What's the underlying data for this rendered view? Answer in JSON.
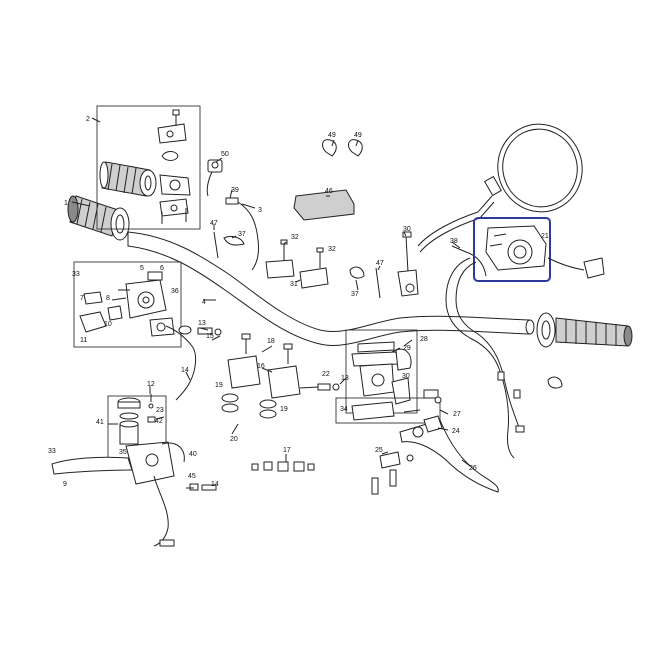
{
  "highlight_color": "#2c3a9c",
  "callouts": [
    {
      "id": "c1",
      "text": "1"
    },
    {
      "id": "c2",
      "text": "2"
    },
    {
      "id": "c3",
      "text": "3"
    },
    {
      "id": "c4",
      "text": "4"
    },
    {
      "id": "c5",
      "text": "5"
    },
    {
      "id": "c6",
      "text": "6"
    },
    {
      "id": "c7",
      "text": "7"
    },
    {
      "id": "c8",
      "text": "8"
    },
    {
      "id": "c9",
      "text": "9"
    },
    {
      "id": "c10",
      "text": "10"
    },
    {
      "id": "c11",
      "text": "11"
    },
    {
      "id": "c12",
      "text": "12"
    },
    {
      "id": "c13a",
      "text": "13"
    },
    {
      "id": "c13b",
      "text": "13"
    },
    {
      "id": "c14a",
      "text": "14"
    },
    {
      "id": "c14b",
      "text": "14"
    },
    {
      "id": "c15",
      "text": "15"
    },
    {
      "id": "c16",
      "text": "16"
    },
    {
      "id": "c17",
      "text": "17"
    },
    {
      "id": "c18",
      "text": "18"
    },
    {
      "id": "c19a",
      "text": "19"
    },
    {
      "id": "c19b",
      "text": "19"
    },
    {
      "id": "c20",
      "text": "20"
    },
    {
      "id": "c21",
      "text": "21"
    },
    {
      "id": "c22",
      "text": "22"
    },
    {
      "id": "c23",
      "text": "23"
    },
    {
      "id": "c24",
      "text": "24"
    },
    {
      "id": "c25",
      "text": "25"
    },
    {
      "id": "c26",
      "text": "26"
    },
    {
      "id": "c27",
      "text": "27"
    },
    {
      "id": "c28",
      "text": "28"
    },
    {
      "id": "c29",
      "text": "29"
    },
    {
      "id": "c30a",
      "text": "30"
    },
    {
      "id": "c30b",
      "text": "30"
    },
    {
      "id": "c31",
      "text": "31"
    },
    {
      "id": "c32a",
      "text": "32"
    },
    {
      "id": "c32b",
      "text": "32"
    },
    {
      "id": "c33a",
      "text": "33"
    },
    {
      "id": "c33b",
      "text": "33"
    },
    {
      "id": "c34",
      "text": "34"
    },
    {
      "id": "c35",
      "text": "35"
    },
    {
      "id": "c36",
      "text": "36"
    },
    {
      "id": "c37a",
      "text": "37"
    },
    {
      "id": "c37b",
      "text": "37"
    },
    {
      "id": "c38",
      "text": "38"
    },
    {
      "id": "c39",
      "text": "39"
    },
    {
      "id": "c40",
      "text": "40"
    },
    {
      "id": "c41",
      "text": "41"
    },
    {
      "id": "c42",
      "text": "42"
    },
    {
      "id": "c45",
      "text": "45"
    },
    {
      "id": "c46",
      "text": "46"
    },
    {
      "id": "c47a",
      "text": "47"
    },
    {
      "id": "c47b",
      "text": "47"
    },
    {
      "id": "c49a",
      "text": "49"
    },
    {
      "id": "c49b",
      "text": "49"
    },
    {
      "id": "c50",
      "text": "50"
    }
  ]
}
